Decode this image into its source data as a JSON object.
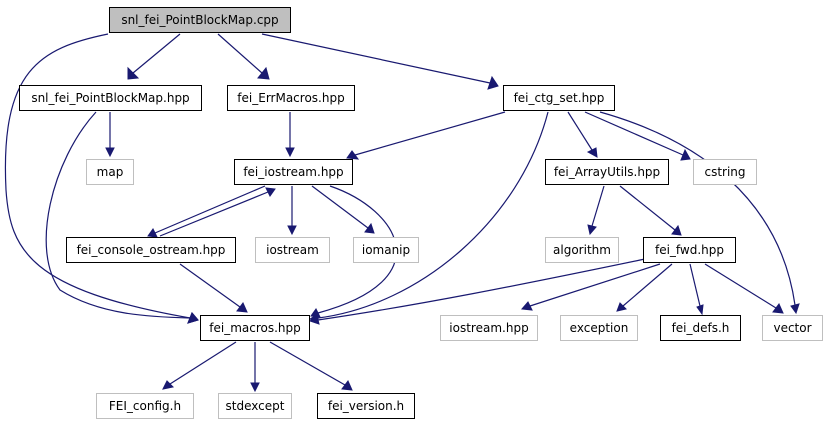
{
  "graph": {
    "nodes": [
      {
        "id": "root",
        "label": "snl_fei_PointBlockMap.cpp",
        "kind": "root"
      },
      {
        "id": "pbm_hpp",
        "label": "snl_fei_PointBlockMap.hpp",
        "kind": "documented"
      },
      {
        "id": "errmacros",
        "label": "fei_ErrMacros.hpp",
        "kind": "documented"
      },
      {
        "id": "ctg_set",
        "label": "fei_ctg_set.hpp",
        "kind": "documented"
      },
      {
        "id": "map",
        "label": "map",
        "kind": "external"
      },
      {
        "id": "iostream_hpp",
        "label": "fei_iostream.hpp",
        "kind": "documented"
      },
      {
        "id": "arrayutils",
        "label": "fei_ArrayUtils.hpp",
        "kind": "documented"
      },
      {
        "id": "cstring",
        "label": "cstring",
        "kind": "external"
      },
      {
        "id": "console",
        "label": "fei_console_ostream.hpp",
        "kind": "documented"
      },
      {
        "id": "iostream",
        "label": "iostream",
        "kind": "external"
      },
      {
        "id": "iomanip",
        "label": "iomanip",
        "kind": "external"
      },
      {
        "id": "algorithm",
        "label": "algorithm",
        "kind": "external"
      },
      {
        "id": "fwd",
        "label": "fei_fwd.hpp",
        "kind": "documented"
      },
      {
        "id": "macros",
        "label": "fei_macros.hpp",
        "kind": "documented"
      },
      {
        "id": "iostream_hpp2",
        "label": "iostream.hpp",
        "kind": "external"
      },
      {
        "id": "exception",
        "label": "exception",
        "kind": "external"
      },
      {
        "id": "defs",
        "label": "fei_defs.h",
        "kind": "documented"
      },
      {
        "id": "vector",
        "label": "vector",
        "kind": "external"
      },
      {
        "id": "config",
        "label": "FEI_config.h",
        "kind": "external"
      },
      {
        "id": "stdexcept",
        "label": "stdexcept",
        "kind": "external"
      },
      {
        "id": "version",
        "label": "fei_version.h",
        "kind": "documented"
      }
    ],
    "edges": [
      {
        "from": "root",
        "to": "pbm_hpp"
      },
      {
        "from": "root",
        "to": "errmacros"
      },
      {
        "from": "root",
        "to": "ctg_set"
      },
      {
        "from": "root",
        "to": "macros"
      },
      {
        "from": "pbm_hpp",
        "to": "map"
      },
      {
        "from": "pbm_hpp",
        "to": "macros"
      },
      {
        "from": "errmacros",
        "to": "iostream_hpp"
      },
      {
        "from": "ctg_set",
        "to": "iostream_hpp"
      },
      {
        "from": "ctg_set",
        "to": "arrayutils"
      },
      {
        "from": "ctg_set",
        "to": "cstring"
      },
      {
        "from": "ctg_set",
        "to": "vector"
      },
      {
        "from": "ctg_set",
        "to": "macros"
      },
      {
        "from": "iostream_hpp",
        "to": "console"
      },
      {
        "from": "console",
        "to": "iostream_hpp"
      },
      {
        "from": "iostream_hpp",
        "to": "iostream"
      },
      {
        "from": "iostream_hpp",
        "to": "iomanip"
      },
      {
        "from": "iostream_hpp",
        "to": "macros"
      },
      {
        "from": "console",
        "to": "macros"
      },
      {
        "from": "arrayutils",
        "to": "algorithm"
      },
      {
        "from": "arrayutils",
        "to": "fwd"
      },
      {
        "from": "fwd",
        "to": "macros"
      },
      {
        "from": "fwd",
        "to": "iostream_hpp2"
      },
      {
        "from": "fwd",
        "to": "exception"
      },
      {
        "from": "fwd",
        "to": "defs"
      },
      {
        "from": "fwd",
        "to": "vector"
      },
      {
        "from": "macros",
        "to": "config"
      },
      {
        "from": "macros",
        "to": "stdexcept"
      },
      {
        "from": "macros",
        "to": "version"
      }
    ]
  },
  "colors": {
    "edge": "#191970",
    "documented_border": "#000000",
    "external_border": "#bfbfbf",
    "root_fill": "#bfbfbf"
  }
}
